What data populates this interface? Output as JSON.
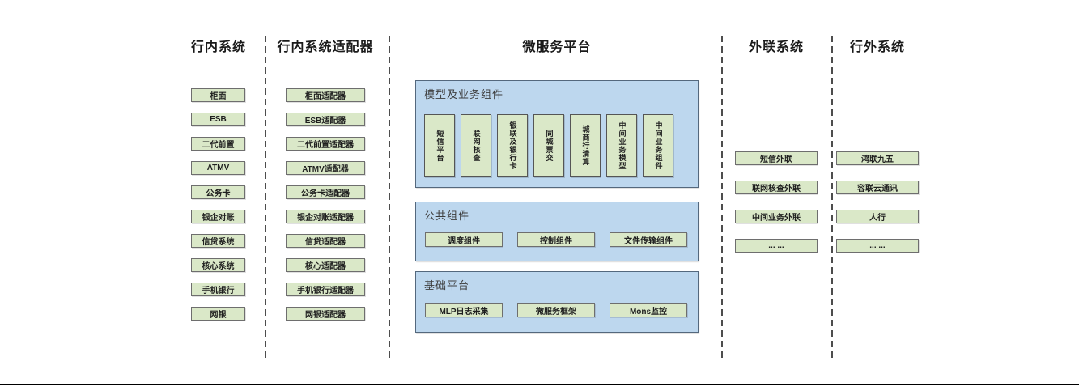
{
  "diagram": {
    "columns": [
      {
        "title": "行内系统",
        "items": [
          "柜面",
          "ESB",
          "二代前置",
          "ATMV",
          "公务卡",
          "银企对账",
          "信贷系统",
          "核心系统",
          "手机银行",
          "网银"
        ]
      },
      {
        "title": "行内系统适配器",
        "items": [
          "柜面适配器",
          "ESB适配器",
          "二代前置适配器",
          "ATMV适配器",
          "公务卡适配器",
          "银企对账适配器",
          "信贷适配器",
          "核心适配器",
          "手机银行适配器",
          "网银适配器"
        ]
      },
      {
        "title": "微服务平台"
      },
      {
        "title": "外联系统",
        "items": [
          "短信外联",
          "联网核查外联",
          "中间业务外联",
          "... ..."
        ]
      },
      {
        "title": "行外系统",
        "items": [
          "鸿联九五",
          "容联云通讯",
          "人行",
          "... ..."
        ]
      }
    ],
    "platform": {
      "sections": [
        {
          "label": "模型及业务组件",
          "orientation": "vertical",
          "items": [
            "短信平台",
            "联网核查",
            "银联及银行卡",
            "同城票交",
            "城商行清算",
            "中间业务模型",
            "中间业务组件"
          ]
        },
        {
          "label": "公共组件",
          "orientation": "horizontal",
          "items": [
            "调度组件",
            "控制组件",
            "文件传输组件"
          ]
        },
        {
          "label": "基础平台",
          "orientation": "horizontal",
          "items": [
            "MLP日志采集",
            "微服务框架",
            "Mons监控"
          ]
        }
      ]
    },
    "colors": {
      "box_fill": "#dae8c8",
      "box_border": "#6e6e6e",
      "panel_fill": "#bdd7ee",
      "panel_border": "#54687d",
      "divider": "#4d4d4d",
      "bottom_rule": "#000000"
    }
  }
}
